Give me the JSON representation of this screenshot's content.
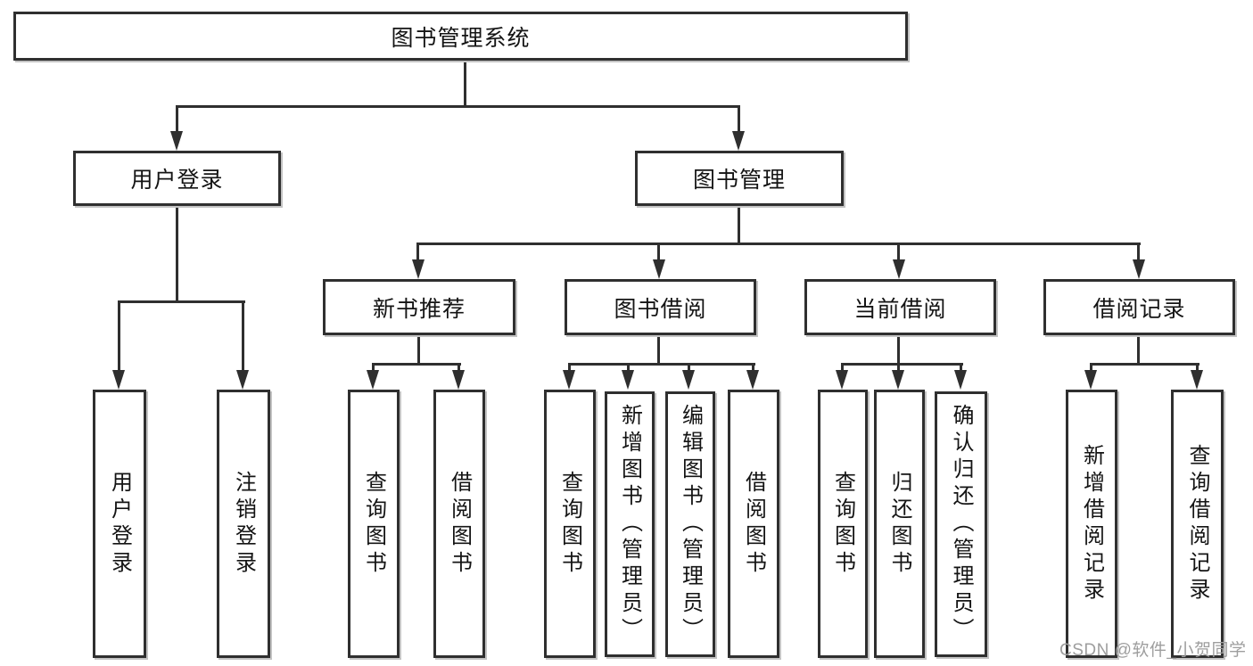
{
  "diagram": {
    "type": "hierarchy-tree",
    "title": "图书管理系统"
  },
  "nodes": {
    "root": "图书管理系统",
    "user_login": "用户登录",
    "book_management": "图书管理",
    "new_book_recommend": "新书推荐",
    "book_borrowing": "图书借阅",
    "current_borrowing": "当前借阅",
    "borrowing_records": "借阅记录",
    "leaf_user_login": "用户登录",
    "leaf_logout": "注销登录",
    "leaf_query_books_recommend": "查询图书",
    "leaf_borrow_books_recommend": "借阅图书",
    "leaf_query_books_borrowing": "查询图书",
    "leaf_add_books_admin": "新增图书（管理员）",
    "leaf_edit_books_admin": "编辑图书（管理员）",
    "leaf_borrow_books_borrowing": "借阅图书",
    "leaf_query_books_current": "查询图书",
    "leaf_return_books": "归还图书",
    "leaf_confirm_return_admin": "确认归还（管理员）",
    "leaf_add_borrow_record": "新增借阅记录",
    "leaf_query_borrow_record": "查询借阅记录"
  },
  "hierarchy": {
    "图书管理系统": {
      "用户登录": [
        "用户登录",
        "注销登录"
      ],
      "图书管理": {
        "新书推荐": [
          "查询图书",
          "借阅图书"
        ],
        "图书借阅": [
          "查询图书",
          "新增图书（管理员）",
          "编辑图书（管理员）",
          "借阅图书"
        ],
        "当前借阅": [
          "查询图书",
          "归还图书",
          "确认归还（管理员）"
        ],
        "借阅记录": [
          "新增借阅记录",
          "查询借阅记录"
        ]
      }
    }
  },
  "watermark": "CSDN @软件_小贺同学",
  "colors": {
    "line": "#2f2f2f",
    "box_background": "#ffffff",
    "text": "#141414",
    "watermark": "#9e9e9e"
  }
}
